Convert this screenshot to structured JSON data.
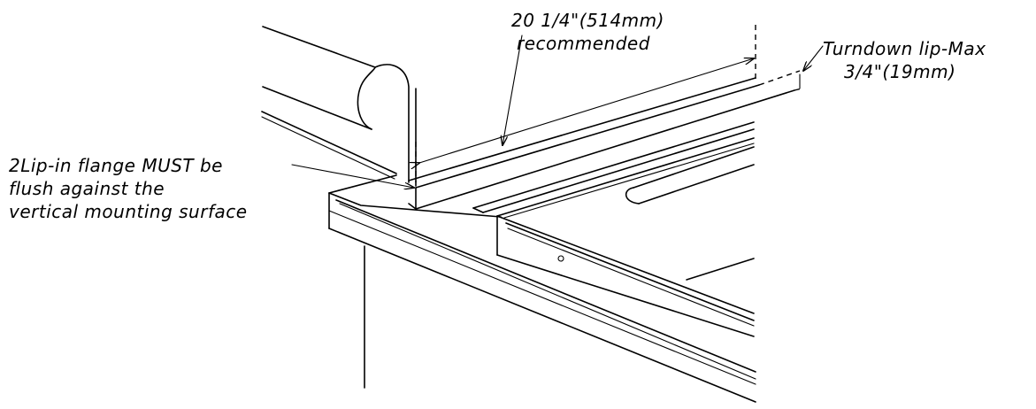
{
  "annotations": {
    "length": {
      "line1": "20 1/4\"(514mm)",
      "line2": "recommended"
    },
    "turndown": {
      "line1": "Turndown lip-Max",
      "line2": "3/4\"(19mm)"
    },
    "flange": {
      "line1": "2Lip-in flange MUST be",
      "line2": "flush against the",
      "line3": "vertical mounting surface"
    }
  }
}
